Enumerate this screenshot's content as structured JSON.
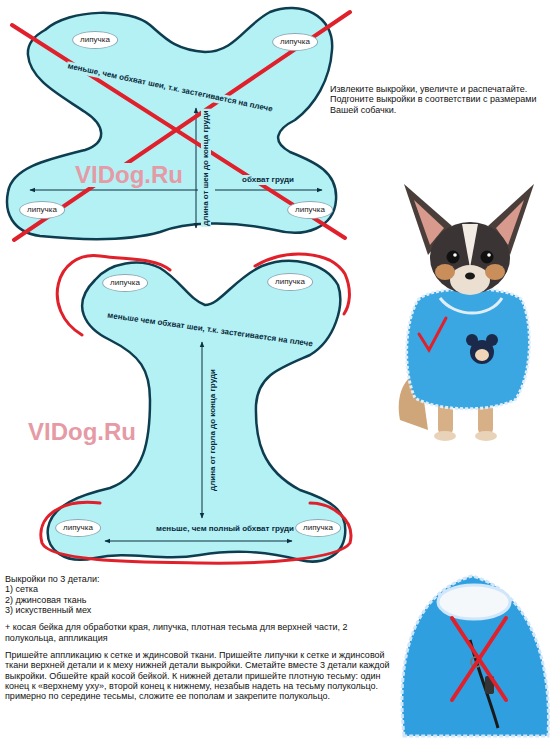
{
  "diagram": {
    "nodes": [
      {
        "text": [
          "меньше, чем обхват шеи, т.к. застегивается на плече",
          "длина от шеи до конца груди",
          "обхват груди"
        ]
      },
      {
        "text": [
          "липучка"
        ],
        "in": 0
      },
      {
        "text": [
          "липучка"
        ],
        "in": 0
      },
      {
        "text": [
          "липучка"
        ],
        "in": 0
      },
      {
        "text": [
          "липучка"
        ],
        "in": 0
      },
      {
        "text": [
          "меньше чем обхват шеи, т.к. застегивается на плече",
          "длина от горла до конца груди",
          "меньше, чем полный обхват груди"
        ]
      },
      {
        "text": [
          "липучка"
        ],
        "in": 5
      },
      {
        "text": [
          "липучка"
        ],
        "in": 5
      },
      {
        "text": [
          "липучка"
        ],
        "in": 5
      },
      {
        "text": [
          "липучка"
        ],
        "in": 5
      }
    ],
    "labels": [
      "VIDog.Ru",
      "Извлеките выкройки, увеличте и распечатайте.",
      "Подгоните выкройки в соответствии с размерами Вашей собачки.",
      "VIDog.Ru",
      "Выкройки по 3 детали:",
      "1) сетка",
      "2) джинсовая ткань",
      "3) искуственный мех",
      "+ косая бейка для обработки края, липучка, плотная тесьма для верхней части, 2 полукольца, аппликация",
      "Пришейте аппликацию к сетке и ждинсовой ткани. Пришейте липучки к сетке и ждинсовой ткани верхней детали и к меху нижней детали выкройки. Сметайте вместе 3 детали каждой выкройки. Обшейте край косой бейкой. К нижней детали пришейте плотную тесьму: один конец к «верхнему уху», второй конец к нижнему, незабыв надеть на тесьму полукольцо. примерно по середине тесьмы, сложите ее пополам и закрепите полукольцо."
    ]
  }
}
